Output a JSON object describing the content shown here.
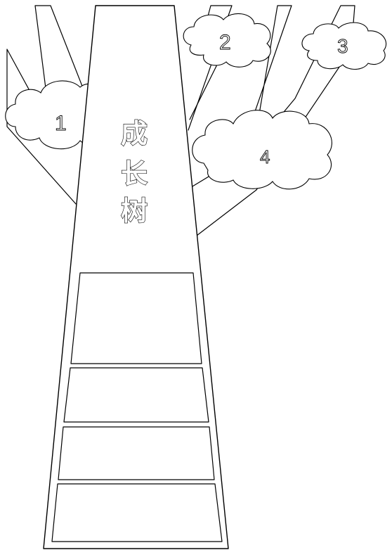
{
  "title": {
    "chars": [
      "成",
      "长",
      "树"
    ]
  },
  "clouds": [
    {
      "label": "1"
    },
    {
      "label": "2"
    },
    {
      "label": "3"
    },
    {
      "label": "4"
    }
  ],
  "panels": [
    {
      "label": ""
    },
    {
      "label": ""
    },
    {
      "label": ""
    },
    {
      "label": ""
    }
  ],
  "colors": {
    "stroke": "#000000",
    "background": "#ffffff"
  }
}
